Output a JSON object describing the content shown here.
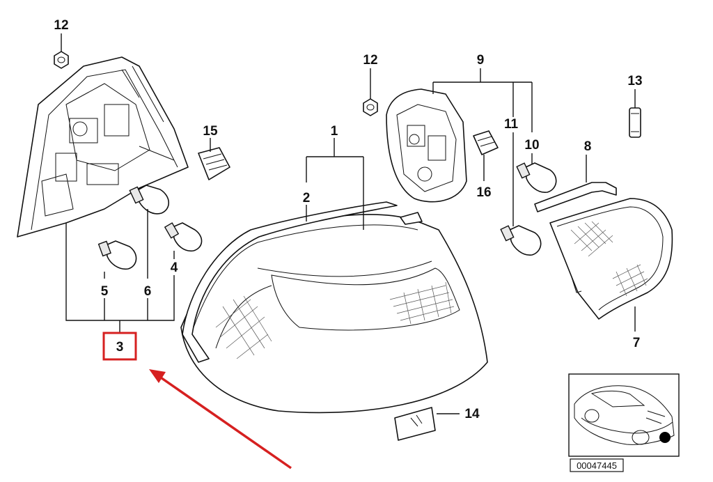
{
  "diagram": {
    "callouts": {
      "c1": "1",
      "c2": "2",
      "c3": "3",
      "c4": "4",
      "c5": "5",
      "c6": "6",
      "c7": "7",
      "c8": "8",
      "c9": "9",
      "c10": "10",
      "c11": "11",
      "c12a": "12",
      "c12b": "12",
      "c13": "13",
      "c14": "14",
      "c15": "15",
      "c16": "16"
    },
    "diagram_id": "00047445",
    "highlight": {
      "callout": "3",
      "color": "#d62020"
    },
    "arrow_color": "#d62020"
  }
}
